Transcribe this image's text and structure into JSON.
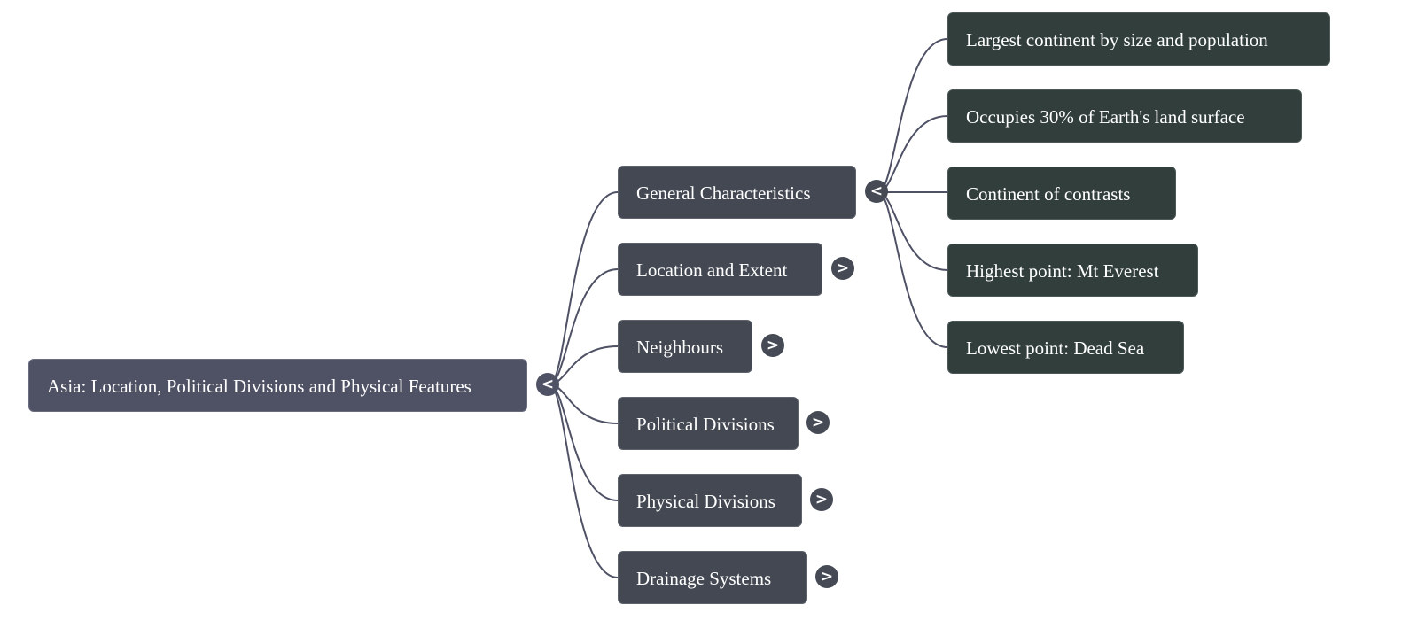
{
  "mindmap": {
    "root": {
      "label": "Asia: Location, Political Divisions and Physical Features",
      "toggle": "<",
      "expanded": true
    },
    "branches": [
      {
        "label": "General Characteristics",
        "toggle": "<",
        "expanded": true,
        "children": [
          "Largest continent by size and population",
          "Occupies 30% of Earth's land surface",
          "Continent of contrasts",
          "Highest point: Mt Everest",
          "Lowest point: Dead Sea"
        ]
      },
      {
        "label": "Location and Extent",
        "toggle": ">",
        "expanded": false
      },
      {
        "label": "Neighbours",
        "toggle": ">",
        "expanded": false
      },
      {
        "label": "Political Divisions",
        "toggle": ">",
        "expanded": false
      },
      {
        "label": "Physical Divisions",
        "toggle": ">",
        "expanded": false
      },
      {
        "label": "Drainage Systems",
        "toggle": ">",
        "expanded": false
      }
    ],
    "colors": {
      "root": "#4f5165",
      "branch": "#434852",
      "leaf": "#313e3c",
      "edge": "#4f5165",
      "text": "#ffffff"
    }
  }
}
